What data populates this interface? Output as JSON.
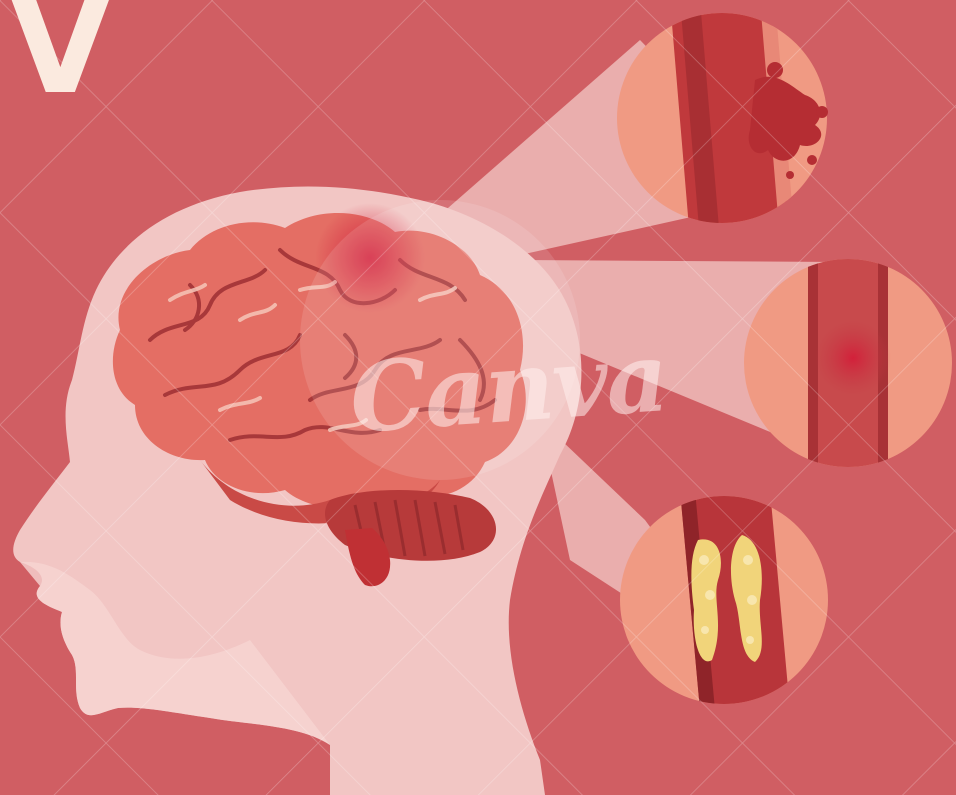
{
  "headline": {
    "text": "V"
  },
  "watermark": {
    "text": "Canva"
  },
  "colors": {
    "background": "#d05e63",
    "headline": "#fbeadf",
    "head_silhouette": "#f2c6c4",
    "brain": "#e06a62",
    "brain_dark": "#b8423f",
    "vessel": "#c0393c",
    "vessel_wall": "#e88877",
    "plaque": "#f1d47a",
    "zoom_circle": "#f09a83"
  },
  "panels": [
    {
      "name": "hemorrhage",
      "icon": "blood-splatter-icon"
    },
    {
      "name": "clot",
      "icon": "blood-clot-icon"
    },
    {
      "name": "plaque",
      "icon": "plaque-buildup-icon"
    }
  ]
}
